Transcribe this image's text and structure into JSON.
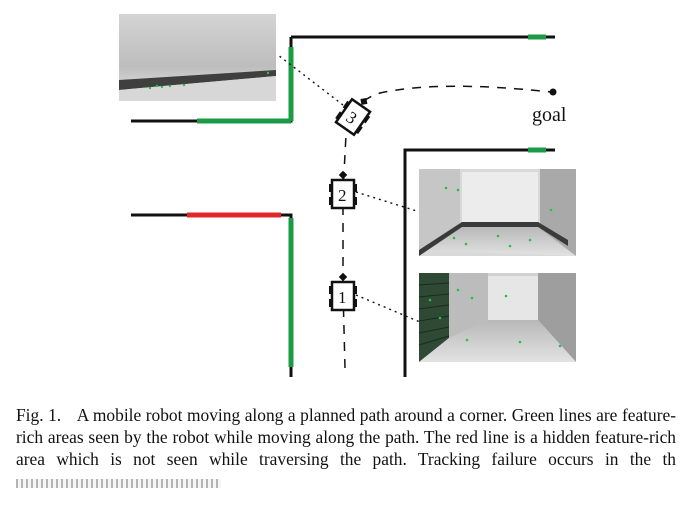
{
  "figure": {
    "goal_label": "goal",
    "robots": [
      {
        "number": "1"
      },
      {
        "number": "2"
      },
      {
        "number": "3"
      }
    ],
    "colors": {
      "wall": "#111111",
      "feature_rich": "#1a9b45",
      "hidden_feature": "#e0282b",
      "path": "#111111"
    }
  },
  "caption": {
    "label": "Fig. 1.",
    "text": "A mobile robot moving along a planned path around a corner. Green lines are feature-rich areas seen by the robot while moving along the path. The red line is a hidden feature-rich area which is not seen while traversing the path. Tracking failure occurs in the",
    "truncated_tail": "th"
  }
}
